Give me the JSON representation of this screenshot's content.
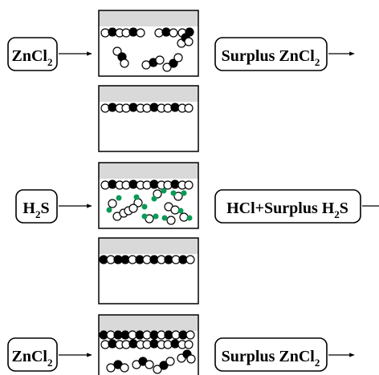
{
  "colors": {
    "ink": "#000000",
    "substrate": "#d9d9d9",
    "hydrogen": "#0a9a55",
    "background": "#ffffff"
  },
  "steps": [
    {
      "input": {
        "main": "ZnCl",
        "sub": "2"
      },
      "output": {
        "main": "Surplus ZnCl",
        "sub": "2"
      }
    },
    {
      "input": {
        "main": "H",
        "sub": "2",
        "tail": "S"
      },
      "output": {
        "main": "HCl+Surplus H",
        "sub": "2",
        "tail": "S"
      }
    },
    {
      "input": {
        "main": "ZnCl",
        "sub": "2"
      },
      "output": {
        "main": "Surplus ZnCl",
        "sub": "2"
      }
    }
  ]
}
